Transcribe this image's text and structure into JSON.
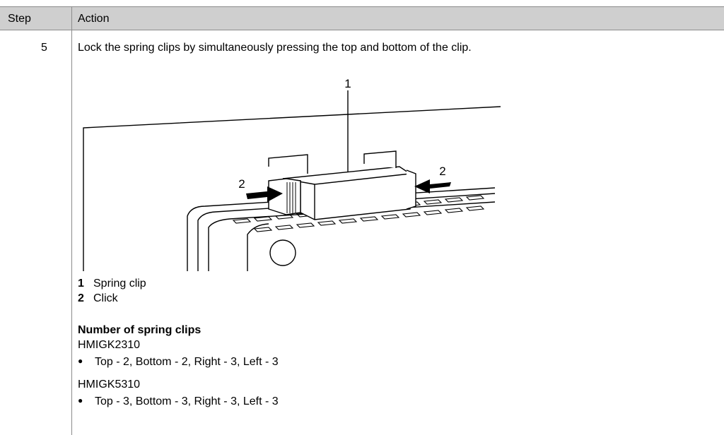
{
  "table": {
    "header": {
      "step": "Step",
      "action": "Action"
    },
    "row": {
      "step": "5",
      "instruction": "Lock the spring clips by simultaneously pressing the top and bottom of the clip.",
      "figure": {
        "callout_1": "1",
        "callout_2_left": "2",
        "callout_2_right": "2"
      },
      "legend": [
        {
          "num": "1",
          "label": "Spring clip"
        },
        {
          "num": "2",
          "label": "Click"
        }
      ],
      "spring_clips": {
        "title": "Number of spring clips",
        "models": [
          {
            "name": "HMIGK2310",
            "bullet": "Top - 2, Bottom - 2, Right - 3, Left - 3"
          },
          {
            "name": "HMIGK5310",
            "bullet": "Top - 3, Bottom - 3, Right - 3, Left - 3"
          }
        ]
      }
    }
  }
}
